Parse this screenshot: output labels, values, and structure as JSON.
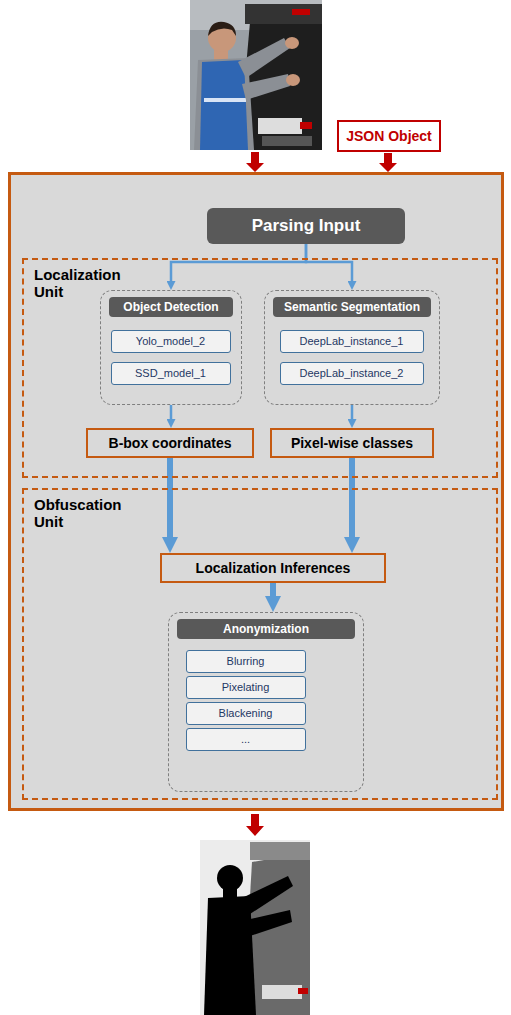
{
  "diagram": {
    "nodes": [
      {
        "text": [
          "JSON Object"
        ]
      },
      {
        "text": [
          "Parsing Input"
        ]
      },
      {
        "text": [
          "Localization Unit"
        ]
      },
      {
        "text": [
          "Object Detection"
        ],
        "in": 2
      },
      {
        "text": [
          "Yolo_model_2"
        ],
        "in": 3
      },
      {
        "text": [
          "SSD_model_1"
        ],
        "in": 3
      },
      {
        "text": [
          "Semantic Segmentation"
        ],
        "in": 2
      },
      {
        "text": [
          "DeepLab_instance_1"
        ],
        "in": 6
      },
      {
        "text": [
          "DeepLab_instance_2"
        ],
        "in": 6
      },
      {
        "text": [
          "B-box coordinates"
        ],
        "in": 2
      },
      {
        "text": [
          "Pixel-wise classes"
        ],
        "in": 2
      },
      {
        "text": [
          "Obfuscation Unit"
        ]
      },
      {
        "text": [
          "Localization Inferences"
        ],
        "in": 11
      },
      {
        "text": [
          "Anonymization"
        ],
        "in": 11
      },
      {
        "text": [
          "Blurring"
        ],
        "in": 13
      },
      {
        "text": [
          "Pixelating"
        ],
        "in": 13
      },
      {
        "text": [
          "Blackening"
        ],
        "in": 13
      },
      {
        "text": [
          "..."
        ],
        "in": 13
      }
    ],
    "edges": [
      {
        "from": 1,
        "to": 3,
        "arrow": "to"
      },
      {
        "from": 1,
        "to": 6,
        "arrow": "to"
      },
      {
        "from": 3,
        "to": 9,
        "arrow": "to"
      },
      {
        "from": 6,
        "to": 10,
        "arrow": "to"
      },
      {
        "from": 9,
        "to": 12,
        "arrow": "to"
      },
      {
        "from": 10,
        "to": 12,
        "arrow": "to"
      },
      {
        "from": 12,
        "to": 13,
        "arrow": "to"
      }
    ]
  }
}
